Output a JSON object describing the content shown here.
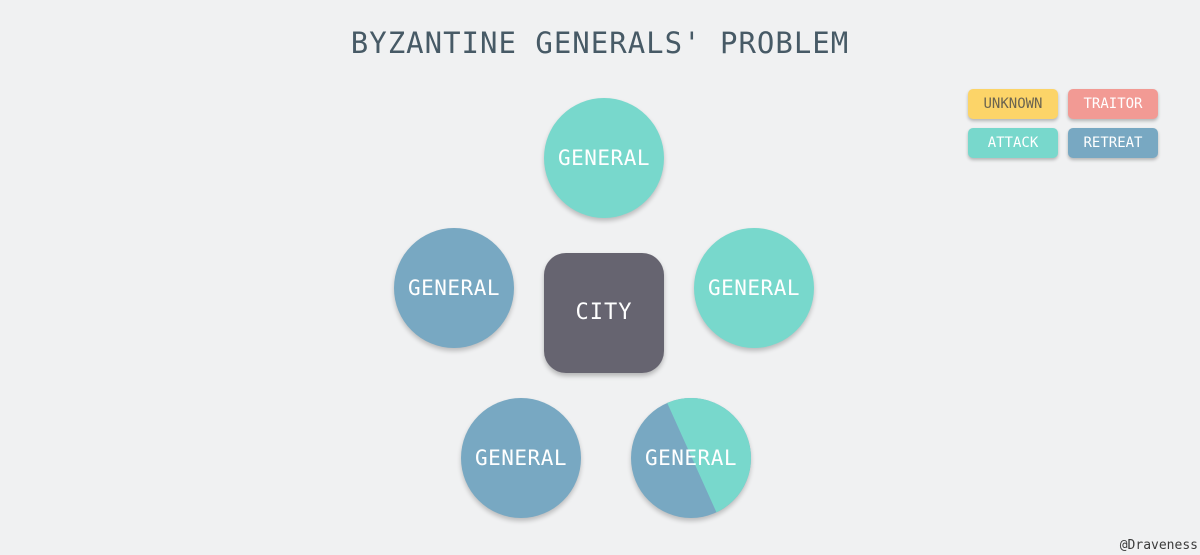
{
  "title": "BYZANTINE GENERALS' PROBLEM",
  "colors": {
    "unknown": "#fcd468",
    "traitor": "#f29a94",
    "attack": "#78d8cc",
    "retreat": "#78a8c2",
    "city": "#666470",
    "text_dark": "#475a66"
  },
  "legend": {
    "unknown": "UNKNOWN",
    "traitor": "TRAITOR",
    "attack": "ATTACK",
    "retreat": "RETREAT"
  },
  "city": {
    "label": "CITY"
  },
  "generals": [
    {
      "label": "GENERAL",
      "decision": "attack"
    },
    {
      "label": "GENERAL",
      "decision": "retreat"
    },
    {
      "label": "GENERAL",
      "decision": "attack"
    },
    {
      "label": "GENERAL",
      "decision": "retreat"
    },
    {
      "label": "GENERAL",
      "decision": "retreat / attack"
    }
  ],
  "credit": "@Draveness"
}
